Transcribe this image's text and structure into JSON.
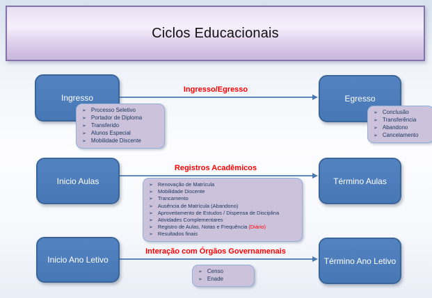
{
  "title": "Ciclos Educacionais",
  "bullet_glyph": "➢",
  "colors": {
    "node_fill": "#4d7cba",
    "node_border": "#3a6598",
    "list_fill": "#cdc2dc",
    "list_border": "#8fb0d8",
    "arrow_blue": "#5b87bd",
    "label_red": "#ff0000",
    "title_border": "#8273a8",
    "list_text": "#17365d"
  },
  "rows": [
    {
      "start_node": "Ingresso",
      "end_node": "Egresso",
      "arrow_label": "Ingresso/Egresso",
      "start_list": [
        "Processo Seletivo",
        "Portador de Diploma",
        "Transferido",
        "Alunos Especial",
        "Mobilidade Discente"
      ],
      "end_list": [
        "Conclusão",
        "Transferência",
        "Abandono",
        "Cancelamento"
      ]
    },
    {
      "start_node": "Inicio Aulas",
      "end_node": "Término Aulas",
      "arrow_label": "Registros Acadêmicos",
      "mid_list": [
        "Renovação de Matrícula",
        "Mobilidade Discente",
        "Trancamento",
        "Ausência de Matrícula (Abandono)",
        "Aproveitamento de Estudos / Dispensa de Disciplina",
        "Atividades Complementares",
        "Registro de Aulas, Notas e Frequência",
        "Resultados finais"
      ],
      "mid_list_suffix_red": "(Diário)"
    },
    {
      "start_node": "Inicio Ano Letivo",
      "end_node": "Término Ano Letivo",
      "arrow_label": "Interação com Órgãos Governamenais",
      "mid_list": [
        "Censo",
        "Enade"
      ]
    }
  ]
}
